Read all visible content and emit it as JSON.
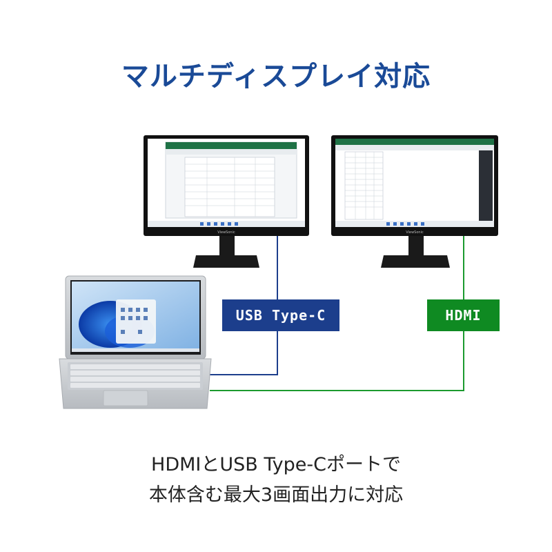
{
  "title": "マルチディスプレイ対応",
  "caption": {
    "line1": "HDMIとUSB Type-Cポートで",
    "line2": "本体含む最大3画面出力に対応"
  },
  "connections": {
    "usb": "USB Type-C",
    "hdmi": "HDMI"
  },
  "monitor_brand": "ViewSonic",
  "colors": {
    "title": "#1a4a97",
    "usb": "#1c3e8c",
    "hdmi": "#0f8a22"
  },
  "icons": [
    "monitor-left",
    "monitor-right",
    "laptop",
    "windows-logo"
  ]
}
